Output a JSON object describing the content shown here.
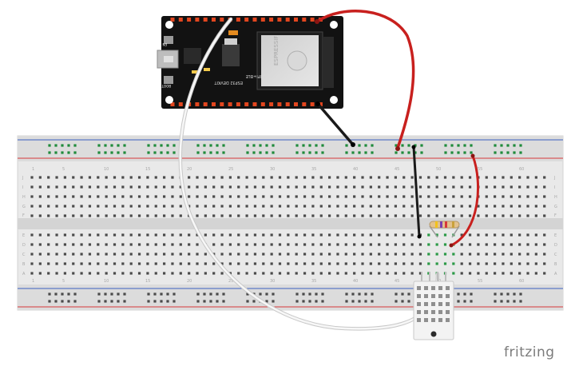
{
  "brand": "fritzing",
  "esp32": {
    "module_brand": "ESPRESSIF",
    "model_label": "ESP32 DEVKIT",
    "wifi_label": "WIFI+BLE",
    "en_label": "EN",
    "boot_label": "BOOT"
  },
  "breadboard": {
    "column_numbers": [
      "1",
      "5",
      "10",
      "15",
      "20",
      "25",
      "30",
      "35",
      "40",
      "45",
      "50",
      "55",
      "60"
    ],
    "row_letters_top": [
      "J",
      "I",
      "H",
      "G",
      "F"
    ],
    "row_letters_bottom": [
      "E",
      "D",
      "C",
      "B",
      "A"
    ]
  },
  "colors": {
    "wire_red": "#c8201e",
    "wire_black": "#1a1a1a",
    "wire_white": "#f4f4f4",
    "pcb": "#121212",
    "header_pin": "#e3461f",
    "hole_green": "#1f8a3b",
    "rail_blue": "#3b5fc1",
    "rail_red": "#d6383a"
  },
  "components": {
    "sensor": "DHT22",
    "resistor": "4.7k"
  }
}
